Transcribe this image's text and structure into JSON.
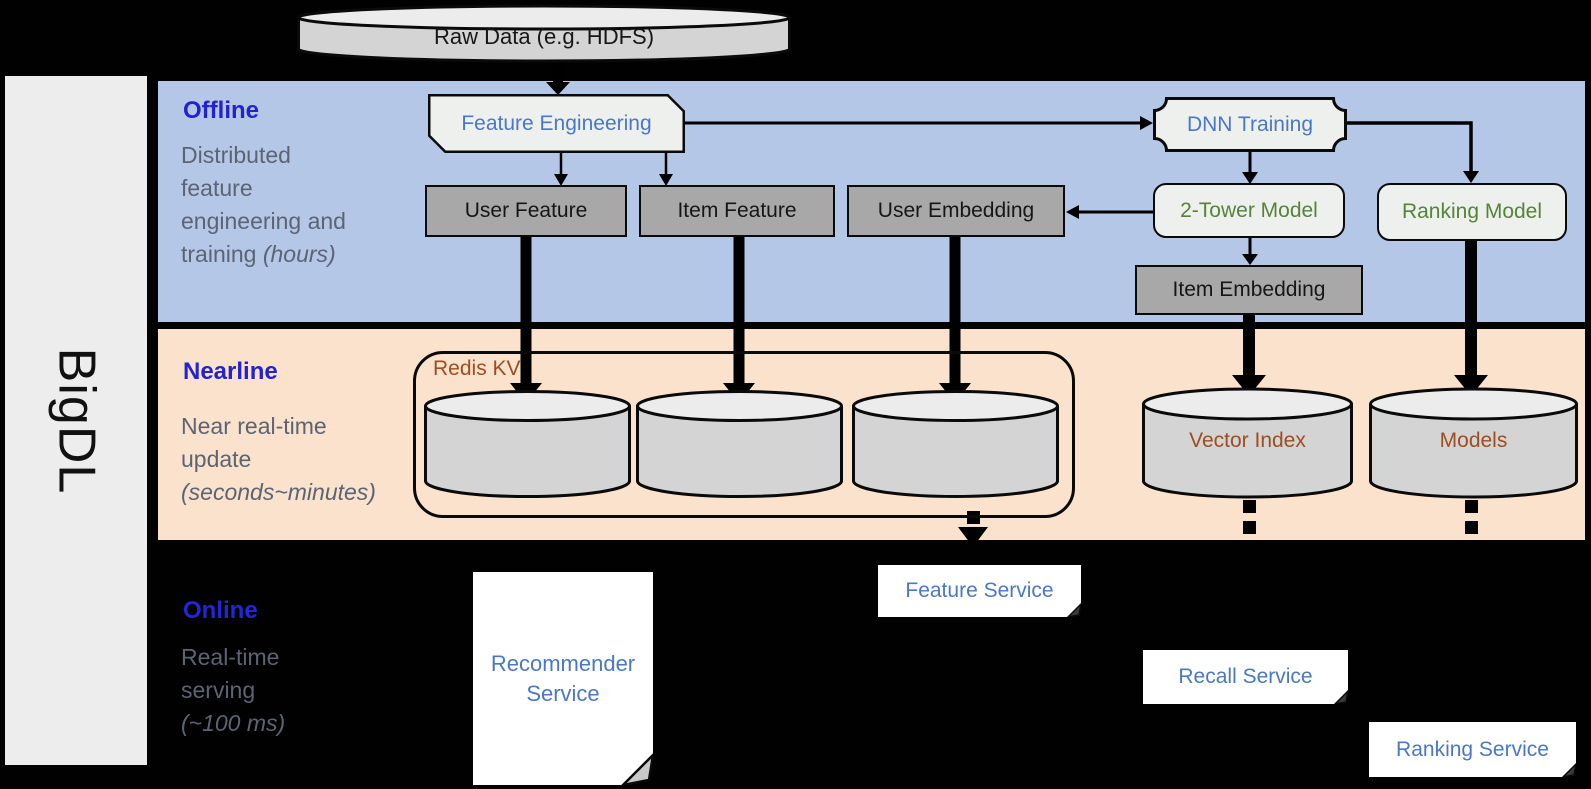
{
  "brand": {
    "label": "BigDL"
  },
  "raw_data": {
    "label": "Raw Data (e.g. HDFS)"
  },
  "sections": {
    "offline": {
      "title": "Offline",
      "desc": {
        "l1": "Distributed",
        "l2": "feature",
        "l3": "engineering and",
        "l4": "training ",
        "l4_italic": "(hours)"
      }
    },
    "nearline": {
      "title": "Nearline",
      "desc": {
        "l1": "Near real-time",
        "l2": "update",
        "l3_italic": "(seconds~minutes)"
      }
    },
    "online": {
      "title": "Online",
      "desc": {
        "l1": "Real-time",
        "l2": "serving",
        "l3_italic": "(~100 ms)"
      }
    }
  },
  "offline_nodes": {
    "feature_engineering": "Feature Engineering",
    "dnn_training": "DNN Training",
    "user_feature": "User Feature",
    "item_feature": "Item Feature",
    "user_embedding": "User Embedding",
    "two_tower_model": "2-Tower Model",
    "ranking_model": "Ranking Model",
    "item_embedding": "Item Embedding"
  },
  "nearline_nodes": {
    "redis_kv": "Redis KV",
    "vector_index": "Vector Index",
    "models": "Models"
  },
  "online_nodes": {
    "recommender_service": "Recommender Service",
    "feature_service": "Feature Service",
    "recall_service": "Recall Service",
    "ranking_service": "Ranking Service"
  },
  "colors": {
    "offline_bg": "#b4c7e7",
    "nearline_bg": "#fbe2cd",
    "online_bg": "#010101",
    "section_title_blue": "#2222cf",
    "description_gray": "#5c6474",
    "node_text_blue": "#4a78c5",
    "node_text_green": "#568339",
    "node_text_brown": "#9d4e20",
    "gray_box_fill": "#a8a8a8",
    "light_box_fill": "#eef0ee",
    "cylinder_fill": "#d4d4d4",
    "brand_bar_fill": "#ededed"
  }
}
